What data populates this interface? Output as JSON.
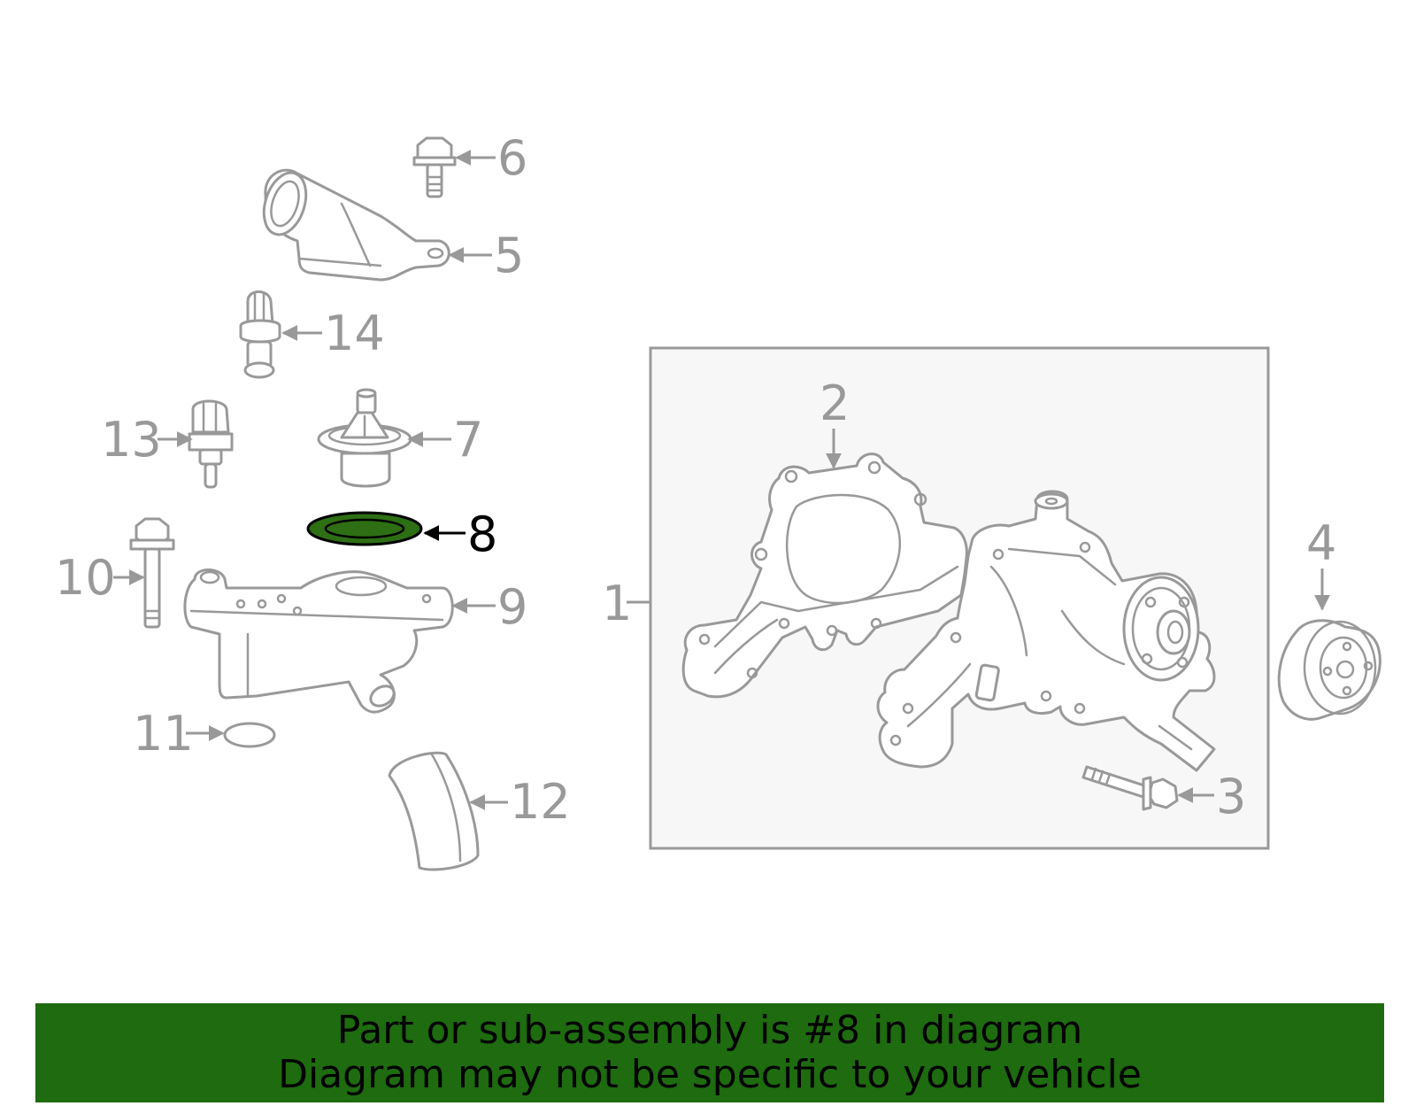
{
  "colors": {
    "highlight_fill": "#2e6e14",
    "banner_bg": "#1e6b10",
    "line": "#999999",
    "inset_bg": "#f7f7f7"
  },
  "callouts": {
    "n1": "1",
    "n2": "2",
    "n3": "3",
    "n4": "4",
    "n5": "5",
    "n6": "6",
    "n7": "7",
    "n8": "8",
    "n9": "9",
    "n10": "10",
    "n11": "11",
    "n12": "12",
    "n13": "13",
    "n14": "14"
  },
  "highlighted_part": "8",
  "banner": {
    "line1": "Part or sub-assembly is #8 in diagram",
    "line2": "Diagram may not be specific to your vehicle"
  }
}
